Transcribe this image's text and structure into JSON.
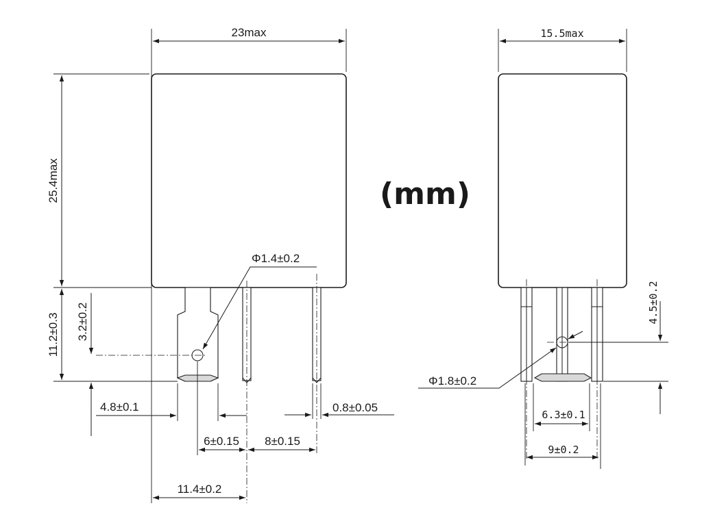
{
  "front_view": {
    "width_label": "23max",
    "height_label": "25.4max",
    "pin_length_label": "11.2±0.3",
    "hole_height_label": "3.2±0.2",
    "hole_diameter_label": "Φ1.4±0.2",
    "terminal_half_width_label": "4.8±0.1",
    "pin_thickness_label": "0.8±0.05",
    "pitch_a_label": "6±0.15",
    "pitch_b_label": "8±0.15",
    "offset_label": "11.4±0.2"
  },
  "side_view": {
    "width_label": "15.5max",
    "hole_height_label": "4.5±0.2",
    "hole_diameter_label": "Φ1.8±0.2",
    "pitch_a_label": "6.3±0.1",
    "pitch_b_label": "9±0.2"
  },
  "units_label": "(mm)"
}
